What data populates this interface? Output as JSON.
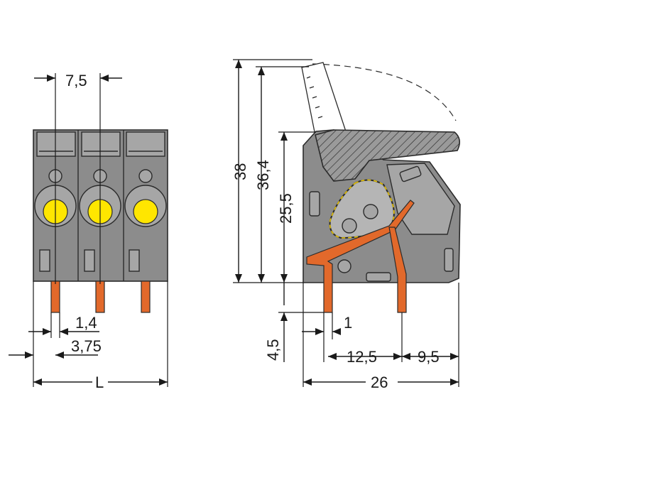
{
  "colors": {
    "housing": "#8c8c8c",
    "housing_light": "#a6a6a6",
    "button": "#ffe600",
    "pin": "#e2692b",
    "lever": "#8a8a8a",
    "spring": "#e8c200",
    "line": "#1a1a1a"
  },
  "front_view": {
    "poles": 3,
    "dimensions": {
      "pitch": "7,5",
      "pin_width": "1,4",
      "edge_offset": "3,75",
      "length": "L"
    }
  },
  "side_view": {
    "dimensions": {
      "height_open": "38",
      "height_lever": "36,4",
      "body_height": "25,5",
      "pin_length": "4,5",
      "pin_thickness": "1",
      "pin_spacing": "12,5",
      "rear_offset": "9,5",
      "depth": "26"
    }
  }
}
